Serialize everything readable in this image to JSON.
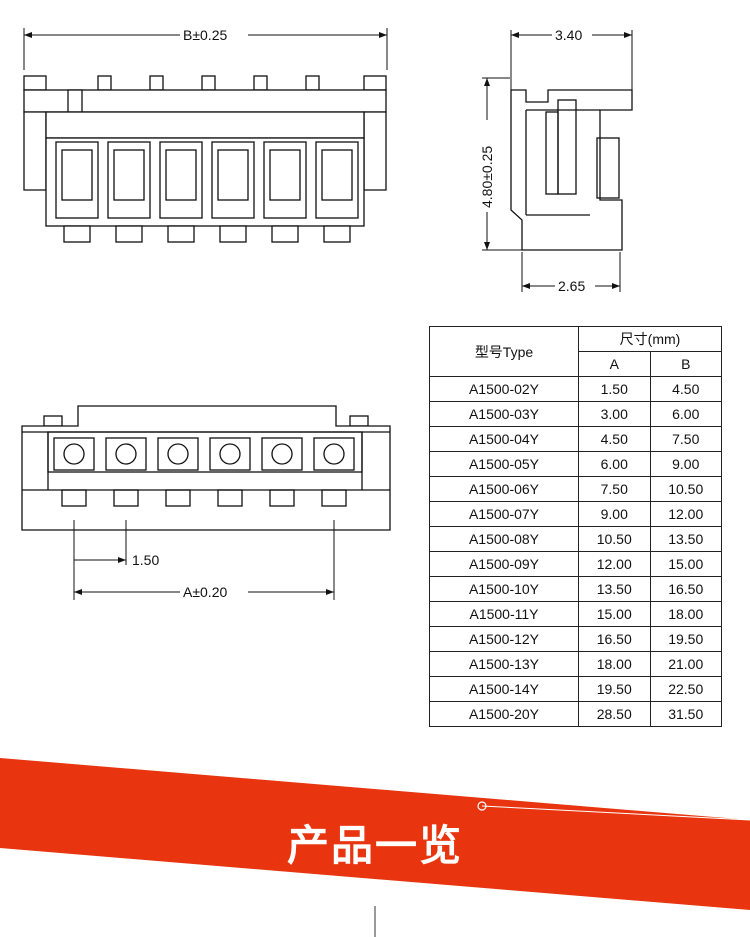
{
  "dimensions": {
    "b_label": "B±0.25",
    "width_label": "3.40",
    "height_label": "4.80±0.25",
    "depth_label": "2.65",
    "pitch_label": "1.50",
    "a_label": "A±0.20"
  },
  "table": {
    "type_header": "型号Type",
    "size_header": "尺寸(mm)",
    "col_a": "A",
    "col_b": "B",
    "rows": [
      {
        "model": "A1500-02Y",
        "a": "1.50",
        "b": "4.50"
      },
      {
        "model": "A1500-03Y",
        "a": "3.00",
        "b": "6.00"
      },
      {
        "model": "A1500-04Y",
        "a": "4.50",
        "b": "7.50"
      },
      {
        "model": "A1500-05Y",
        "a": "6.00",
        "b": "9.00"
      },
      {
        "model": "A1500-06Y",
        "a": "7.50",
        "b": "10.50"
      },
      {
        "model": "A1500-07Y",
        "a": "9.00",
        "b": "12.00"
      },
      {
        "model": "A1500-08Y",
        "a": "10.50",
        "b": "13.50"
      },
      {
        "model": "A1500-09Y",
        "a": "12.00",
        "b": "15.00"
      },
      {
        "model": "A1500-10Y",
        "a": "13.50",
        "b": "16.50"
      },
      {
        "model": "A1500-11Y",
        "a": "15.00",
        "b": "18.00"
      },
      {
        "model": "A1500-12Y",
        "a": "16.50",
        "b": "19.50"
      },
      {
        "model": "A1500-13Y",
        "a": "18.00",
        "b": "21.00"
      },
      {
        "model": "A1500-14Y",
        "a": "19.50",
        "b": "22.50"
      },
      {
        "model": "A1500-20Y",
        "a": "28.50",
        "b": "31.50"
      }
    ]
  },
  "banner": {
    "title": "产品一览",
    "color": "#e8350f"
  }
}
